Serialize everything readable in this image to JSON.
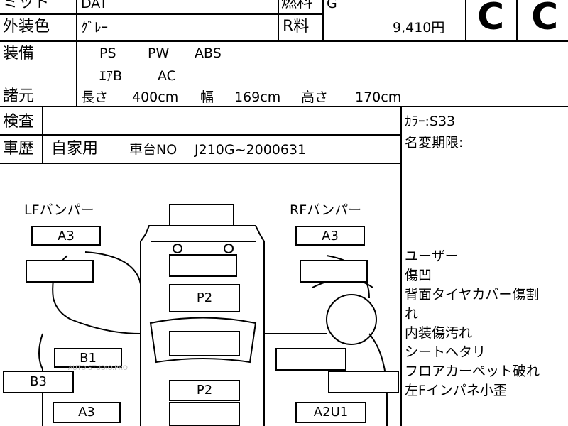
{
  "header": {
    "row1_label": "ミッド",
    "row1_value": "DAT",
    "fuel_label": "燃料",
    "fuel_value": "G",
    "color_label": "外装色",
    "color_value": "ｸﾞﾚｰ",
    "recycle_label": "R料",
    "recycle_value": "9,410円",
    "grade_1": "C",
    "grade_2": "C"
  },
  "equipment": {
    "label": "装備",
    "items_line1": [
      "PS",
      "PW",
      "ABS"
    ],
    "items_line2": [
      "ｴｱB",
      "AC"
    ]
  },
  "specs": {
    "label": "諸元",
    "length_label": "長さ",
    "length_value": "400cm",
    "width_label": "幅",
    "width_value": "169cm",
    "height_label": "高さ",
    "height_value": "170cm"
  },
  "inspection": {
    "label": "検査",
    "history_label": "車歴",
    "usage": "自家用",
    "chassis_label": "車台NO",
    "chassis_value": "J210G~2000631"
  },
  "side": {
    "color_code": "ｶﾗｰ:S33",
    "expiry_label": "名変期限:",
    "notes": [
      "ユーザー",
      "傷凹",
      "背面タイヤカバー傷割",
      "れ",
      "内装傷汚れ",
      "シートヘタリ",
      "フロアカーペット破れ",
      "左Fインパネ小歪"
    ]
  },
  "diagram": {
    "lf_bumper_label": "LFバンパー",
    "rf_bumper_label": "RFバンパー",
    "lf_bumper_code": "A3",
    "rf_bumper_code": "A3",
    "roof_code": "P2",
    "floor_code": "P2",
    "left_door_code": "B1",
    "left_side_code": "B3",
    "left_rear_code": "A3",
    "right_rear_code": "A2U1"
  },
  "watermark": "AUTO STUDIO.PRO"
}
